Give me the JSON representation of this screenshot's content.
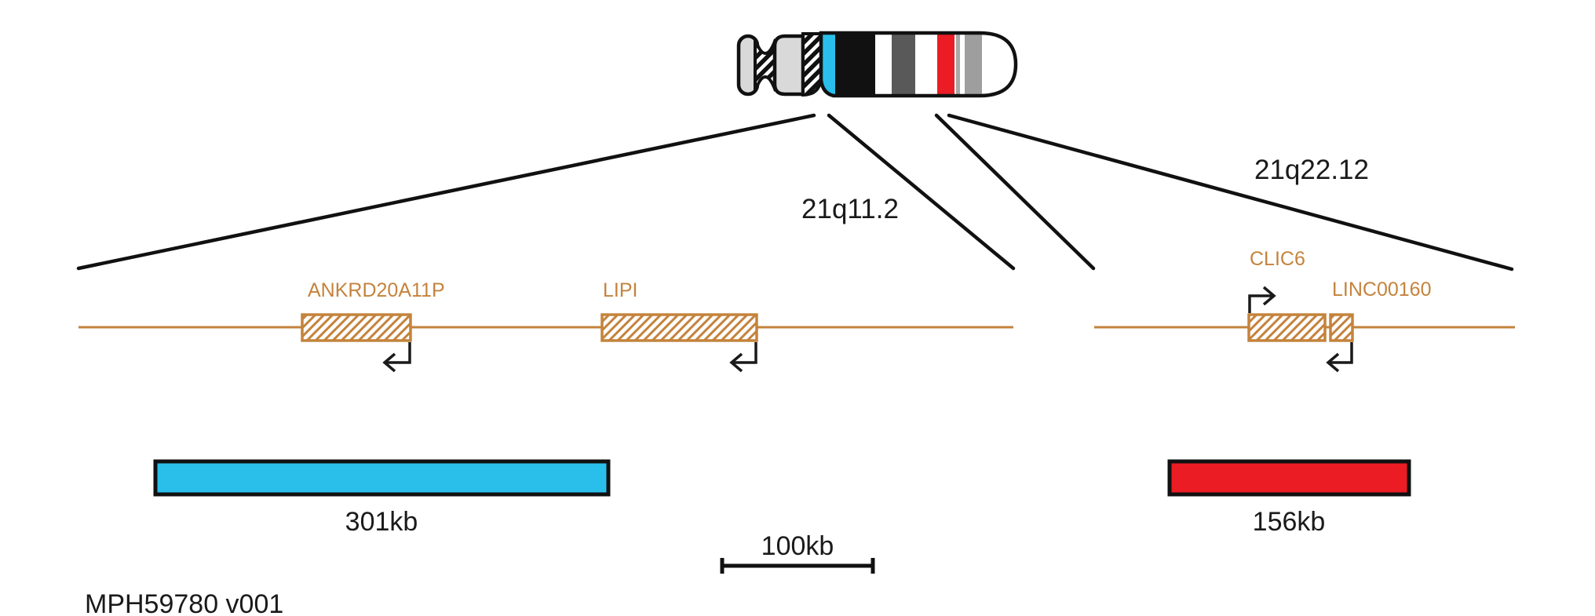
{
  "figure": {
    "footer_label": "MPH59780 v001",
    "scale_bar_label": "100kb"
  },
  "chromosome": {
    "name": "chromosome-21-ideogram",
    "regions": [
      {
        "band_label": "21q11.2",
        "size_label": "301kb",
        "highlight_color": "#29bfea",
        "genes": [
          {
            "name": "ANKRD20A11P",
            "strand": "reverse"
          },
          {
            "name": "LIPI",
            "strand": "reverse"
          }
        ]
      },
      {
        "band_label": "21q22.12",
        "size_label": "156kb",
        "highlight_color": "#ec1c24",
        "genes": [
          {
            "name": "CLIC6",
            "strand": "forward"
          },
          {
            "name": "LINC00160",
            "strand": "reverse"
          }
        ]
      }
    ]
  },
  "colors": {
    "region1_highlight": "#29bfea",
    "region2_highlight": "#ec1c24",
    "gene_annotation": "#c4833c",
    "outline_black": "#111111",
    "text": "#1a1a1a",
    "band_gray_light": "#d9d9d9",
    "band_gray_dark": "#595959",
    "band_gray_mid": "#9e9e9e",
    "band_gray_thin": "#a8a8a8"
  }
}
